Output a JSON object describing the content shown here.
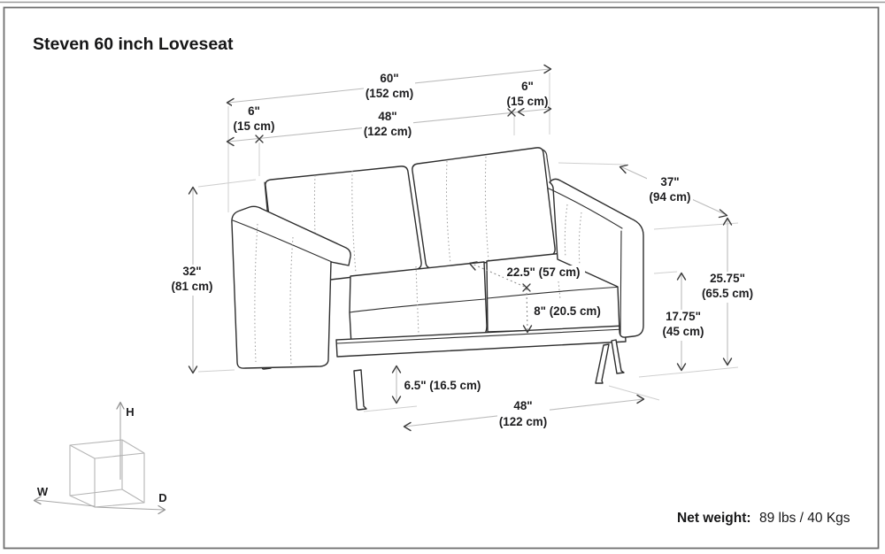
{
  "title": "Steven 60 inch Loveseat",
  "net_weight": {
    "label": "Net weight:",
    "value": "89 lbs / 40 Kgs"
  },
  "axes": {
    "height": "H",
    "width": "W",
    "depth": "D"
  },
  "dims": {
    "overall_width_in": "60\"",
    "overall_width_cm": "(152 cm)",
    "left_arm_in": "6\"",
    "left_arm_cm": "(15 cm)",
    "interior_width_in": "48\"",
    "interior_width_cm": "(122 cm)",
    "right_arm_in": "6\"",
    "right_arm_cm": "(15 cm)",
    "depth_in": "37\"",
    "depth_cm": "(94 cm)",
    "height_in": "32\"",
    "height_cm": "(81 cm)",
    "seat_depth": "22.5\" (57 cm)",
    "seat_thickness": "8\" (20.5 cm)",
    "arm_height_in": "25.75\"",
    "arm_height_cm": "(65.5 cm)",
    "seat_height_in": "17.75\"",
    "seat_height_cm": "(45 cm)",
    "leg_height": "6.5\" (16.5 cm)",
    "base_width_in": "48\"",
    "base_width_cm": "(122 cm)"
  },
  "colors": {
    "outline": "#2e2e2e",
    "dimension_line": "#bcbcbc",
    "text": "#1d1d1f",
    "border": "#6f6f6f"
  }
}
